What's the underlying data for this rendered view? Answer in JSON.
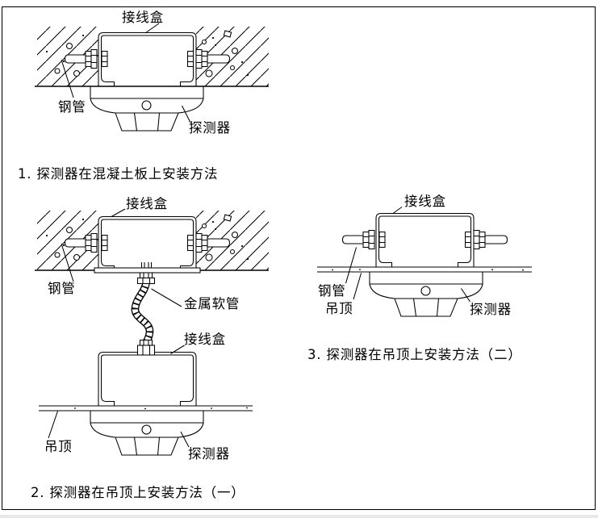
{
  "colors": {
    "background": "#ffffff",
    "line": "#000000",
    "text": "#000000"
  },
  "diagrams": [
    {
      "caption": "1. 探测器在混凝土板上安装方法",
      "labels": {
        "junction_box": "接线盒",
        "steel_pipe": "钢管",
        "detector": "探测器"
      }
    },
    {
      "caption": "2. 探测器在吊顶上安装方法（一）",
      "labels": {
        "junction_box_top": "接线盒",
        "steel_pipe": "钢管",
        "flexible_metal_conduit": "金属软管",
        "junction_box_lower": "接线盒",
        "suspended_ceiling": "吊顶",
        "detector": "探测器"
      }
    },
    {
      "caption": "3. 探测器在吊顶上安装方法（二）",
      "labels": {
        "junction_box": "接线盒",
        "steel_pipe": "钢管",
        "suspended_ceiling": "吊顶",
        "detector": "探测器"
      }
    }
  ]
}
